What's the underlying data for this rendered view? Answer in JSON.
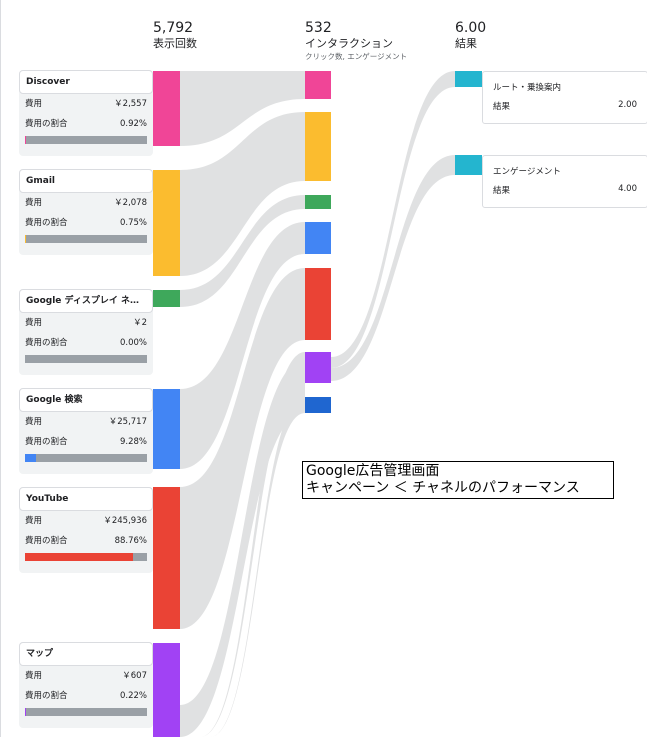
{
  "headers": {
    "impressions": {
      "value": "5,792",
      "label": "表示回数"
    },
    "interactions": {
      "value": "532",
      "label": "インタラクション",
      "sub": "クリック数, エンゲージメント"
    },
    "results": {
      "value": "6.00",
      "label": "結果"
    }
  },
  "channels": [
    {
      "name": "Discover",
      "cost_label": "費用",
      "cost": "￥2,557",
      "share_label": "費用の割合",
      "share": "0.92%",
      "share_value": 0.0092,
      "color": "#f04597"
    },
    {
      "name": "Gmail",
      "cost_label": "費用",
      "cost": "￥2,078",
      "share_label": "費用の割合",
      "share": "0.75%",
      "share_value": 0.0075,
      "color": "#fbbc2f"
    },
    {
      "name": "Google ディスプレイ ネットワーク",
      "cost_label": "費用",
      "cost": "￥2",
      "share_label": "費用の割合",
      "share": "0.00%",
      "share_value": 0.0,
      "color": "#3ea85b"
    },
    {
      "name": "Google 検索",
      "cost_label": "費用",
      "cost": "￥25,717",
      "share_label": "費用の割合",
      "share": "9.28%",
      "share_value": 0.0928,
      "color": "#4285f4"
    },
    {
      "name": "YouTube",
      "cost_label": "費用",
      "cost": "￥245,936",
      "share_label": "費用の割合",
      "share": "88.76%",
      "share_value": 0.8876,
      "color": "#ea4335"
    },
    {
      "name": "マップ",
      "cost_label": "費用",
      "cost": "￥607",
      "share_label": "費用の割合",
      "share": "0.22%",
      "share_value": 0.0022,
      "color": "#a142f4"
    }
  ],
  "interaction_colors": [
    "#f04597",
    "#fbbc2f",
    "#3ea85b",
    "#4285f4",
    "#ea4335",
    "#a142f4",
    "#1f66d0"
  ],
  "results": [
    {
      "name": "ルート・乗換案内",
      "label": "結果",
      "value": "2.00",
      "color": "#24b5cf"
    },
    {
      "name": "エンゲージメント",
      "label": "結果",
      "value": "4.00",
      "color": "#24b5cf"
    }
  ],
  "annotation": {
    "line1": "Google広告管理画面",
    "line2": "キャンペーン ＜ チャネルのパフォーマンス"
  },
  "flow_color": "#e0e1e2"
}
